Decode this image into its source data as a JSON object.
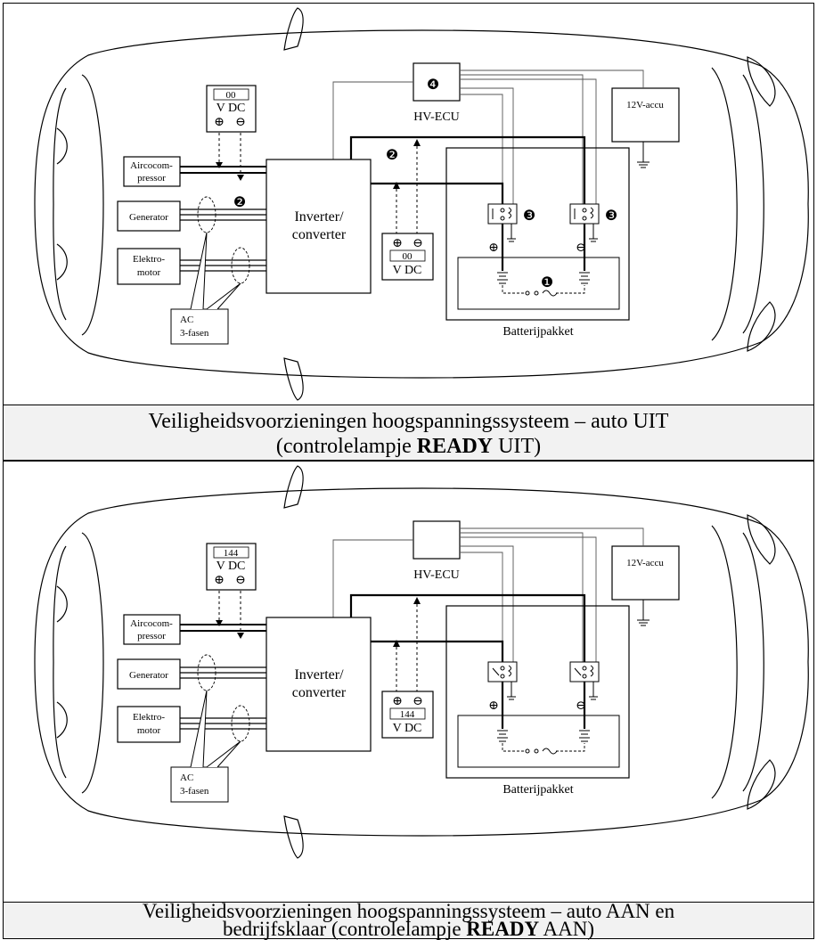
{
  "top": {
    "meter_reading": "00",
    "meter_unit": "V DC",
    "meter_plus": "⊕",
    "meter_minus": "⊖",
    "hv_ecu": "HV-ECU",
    "accu": "12V-accu",
    "aircompressor_l1": "Aircocom-",
    "aircompressor_l2": "pressor",
    "generator": "Generator",
    "elektromotor_l1": "Elektro-",
    "elektromotor_l2": "motor",
    "inverter_l1": "Inverter/",
    "inverter_l2": "converter",
    "ac_l1": "AC",
    "ac_l2": "3-fasen",
    "battery": "Batterijpakket",
    "marker1": "❶",
    "marker2": "❷",
    "marker3": "❸",
    "marker4": "❹",
    "caption_l1": "Veiligheidsvoorzieningen hoogspanningssysteem – auto UIT",
    "caption_l2_pre": "(controlelampje ",
    "caption_l2_bold": "READY",
    "caption_l2_post": " UIT)"
  },
  "bottom": {
    "meter_reading": "144",
    "meter_unit": "V DC",
    "meter_plus": "⊕",
    "meter_minus": "⊖",
    "hv_ecu": "HV-ECU",
    "accu": "12V-accu",
    "aircompressor_l1": "Aircocom-",
    "aircompressor_l2": "pressor",
    "generator": "Generator",
    "elektromotor_l1": "Elektro-",
    "elektromotor_l2": "motor",
    "inverter_l1": "Inverter/",
    "inverter_l2": "converter",
    "ac_l1": "AC",
    "ac_l2": "3-fasen",
    "battery": "Batterijpakket",
    "caption_l1": "Veiligheidsvoorzieningen hoogspanningssysteem – auto AAN en",
    "caption_l2_pre": "bedrijfsklaar (controlelampje ",
    "caption_l2_bold": "READY",
    "caption_l2_post": " AAN)"
  }
}
